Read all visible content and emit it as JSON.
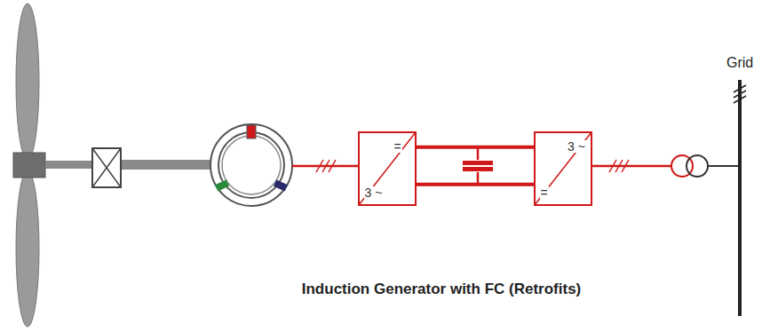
{
  "diagram": {
    "caption": "Induction Generator with FC (Retrofits)",
    "nodes": [
      {
        "text": [
          "=",
          "3 ~"
        ]
      },
      {
        "text": [
          "3 ~",
          "="
        ]
      }
    ],
    "edges": [
      {
        "from": 0,
        "to": 1,
        "arrow": "none"
      }
    ],
    "labels": [
      "Grid"
    ]
  }
}
